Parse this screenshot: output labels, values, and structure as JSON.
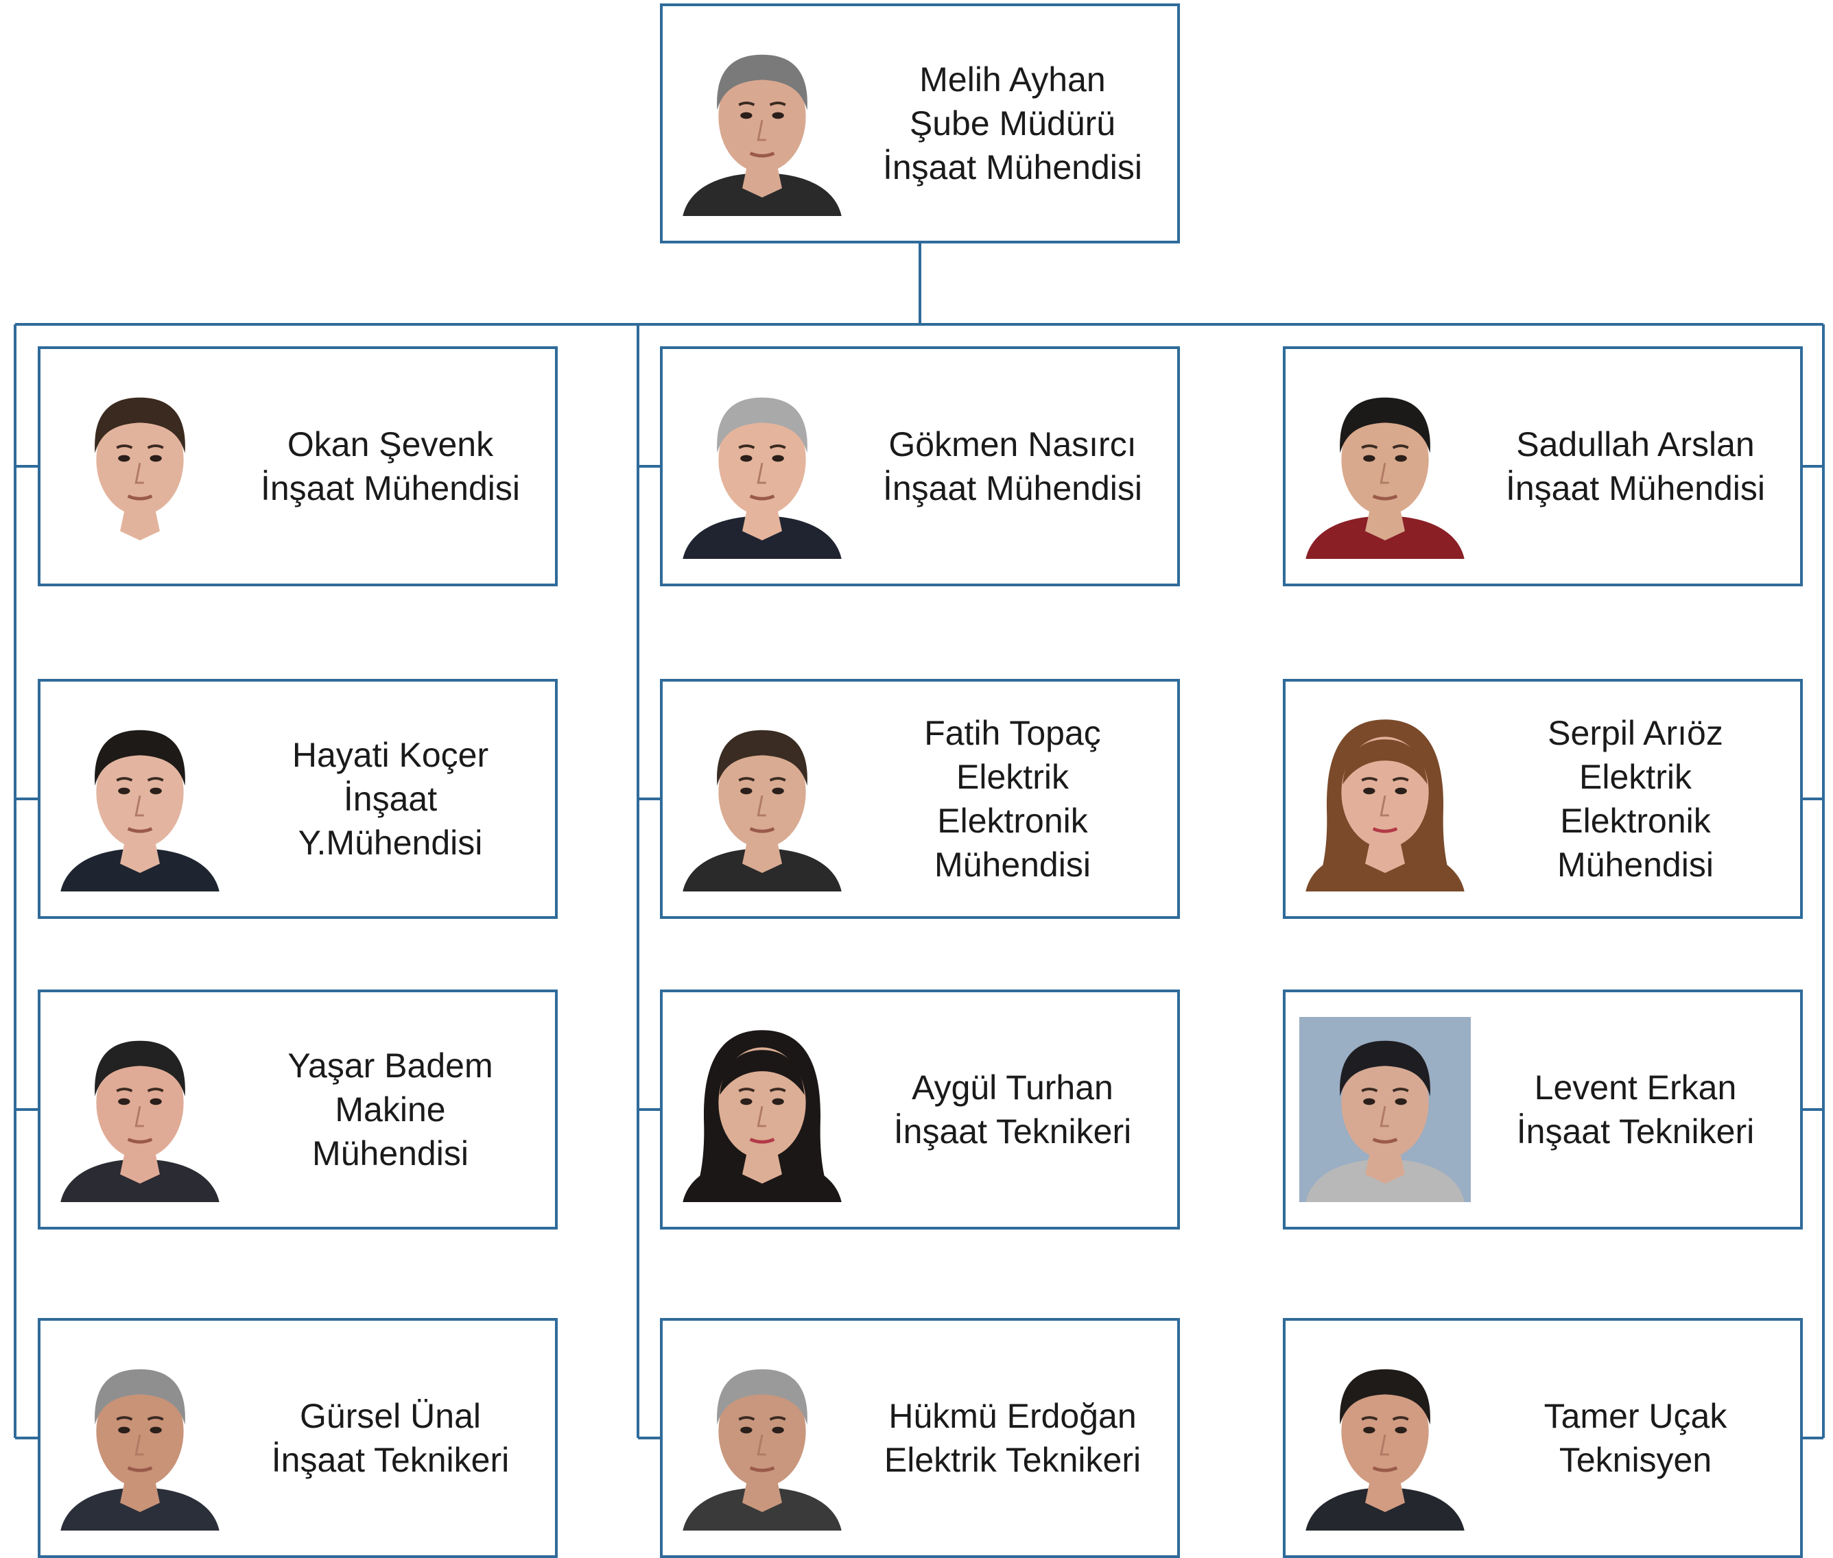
{
  "colors": {
    "line": "#2f6b9a",
    "box_border": "#2f6b9a",
    "text": "#1a1a1a"
  },
  "root": {
    "name": "Melih Ayhan",
    "lines": [
      "Şube Müdürü",
      "İnşaat Mühendisi"
    ],
    "photo": {
      "hair": "#7a7a7a",
      "skin": "#d9a891",
      "clothes": "#2a2a2a",
      "bg": "#ffffff"
    }
  },
  "columns": [
    {
      "members": [
        {
          "name": "Okan Şevenk",
          "lines": [
            "İnşaat Mühendisi"
          ],
          "photo": {
            "hair": "#3a2a1f",
            "skin": "#e2b39c",
            "clothes": "#ffffff",
            "bg": "#ffffff"
          }
        },
        {
          "name": "Hayati Koçer",
          "lines": [
            "İnşaat",
            "Y.Mühendisi"
          ],
          "photo": {
            "hair": "#1e1a18",
            "skin": "#e3b5a0",
            "clothes": "#1f2530",
            "bg": "#ffffff"
          }
        },
        {
          "name": "Yaşar Badem",
          "lines": [
            "Makine",
            "Mühendisi"
          ],
          "photo": {
            "hair": "#222222",
            "skin": "#e0ab96",
            "clothes": "#2b2b33",
            "bg": "#ffffff"
          }
        },
        {
          "name": "Gürsel Ünal",
          "lines": [
            "İnşaat Teknikeri"
          ],
          "photo": {
            "hair": "#8f8f8f",
            "skin": "#c99378",
            "clothes": "#2b2f3a",
            "bg": "#ffffff"
          }
        }
      ]
    },
    {
      "members": [
        {
          "name": "Gökmen Nasırcı",
          "lines": [
            "İnşaat Mühendisi"
          ],
          "photo": {
            "hair": "#a9a9a9",
            "skin": "#e4b49c",
            "clothes": "#1f2430",
            "bg": "#ffffff"
          }
        },
        {
          "name": "Fatih Topaç",
          "lines": [
            "Elektrik",
            "Elektronik",
            "Mühendisi"
          ],
          "photo": {
            "hair": "#3a2c22",
            "skin": "#d9ab92",
            "clothes": "#2a2a2a",
            "bg": "#ffffff"
          }
        },
        {
          "name": "Aygül Turhan",
          "lines": [
            "İnşaat Teknikeri"
          ],
          "photo": {
            "hair": "#1b1716",
            "skin": "#dcae95",
            "clothes": "#1b1716",
            "bg": "#ffffff"
          }
        },
        {
          "name": "Hükmü Erdoğan",
          "lines": [
            "Elektrik Teknikeri"
          ],
          "photo": {
            "hair": "#9a9a9a",
            "skin": "#c8977d",
            "clothes": "#3a3a3a",
            "bg": "#ffffff"
          }
        }
      ]
    },
    {
      "members": [
        {
          "name": "Sadullah Arslan",
          "lines": [
            "İnşaat Mühendisi"
          ],
          "photo": {
            "hair": "#1c1a19",
            "skin": "#d9a98d",
            "clothes": "#8a1f26",
            "bg": "#ffffff"
          }
        },
        {
          "name": "Serpil Arıöz",
          "lines": [
            "Elektrik",
            "Elektronik",
            "Mühendisi"
          ],
          "photo": {
            "hair": "#7a4a2a",
            "skin": "#e2b09a",
            "clothes": "#7a4a2a",
            "bg": "#ffffff"
          }
        },
        {
          "name": "Levent Erkan",
          "lines": [
            "İnşaat Teknikeri"
          ],
          "photo": {
            "hair": "#1e1e22",
            "skin": "#d7a993",
            "clothes": "#b8b8b8",
            "bg": "#9aaec4"
          }
        },
        {
          "name": "Tamer Uçak",
          "lines": [
            "Teknisyen"
          ],
          "photo": {
            "hair": "#1f1b19",
            "skin": "#d19c82",
            "clothes": "#25272e",
            "bg": "#ffffff"
          }
        }
      ]
    }
  ]
}
